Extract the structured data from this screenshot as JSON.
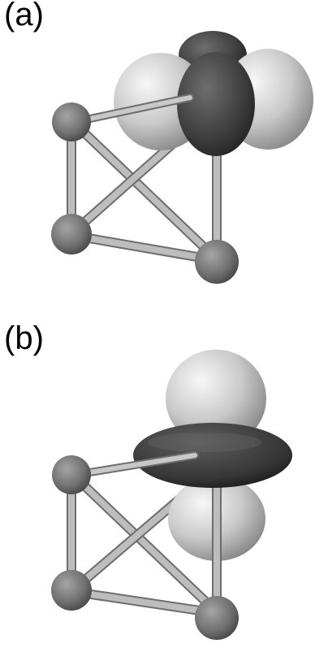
{
  "panels": [
    {
      "label": "(a)",
      "orbital_shape": "four-lobe"
    },
    {
      "label": "(b)",
      "orbital_shape": "two-lobe-with-torus"
    }
  ],
  "colors": {
    "light_lobe": "#cfcfcf",
    "dark_lobe": "#444444",
    "atom": "#7a7a7a",
    "bond": "#b3b3b3",
    "background": "#ffffff"
  }
}
